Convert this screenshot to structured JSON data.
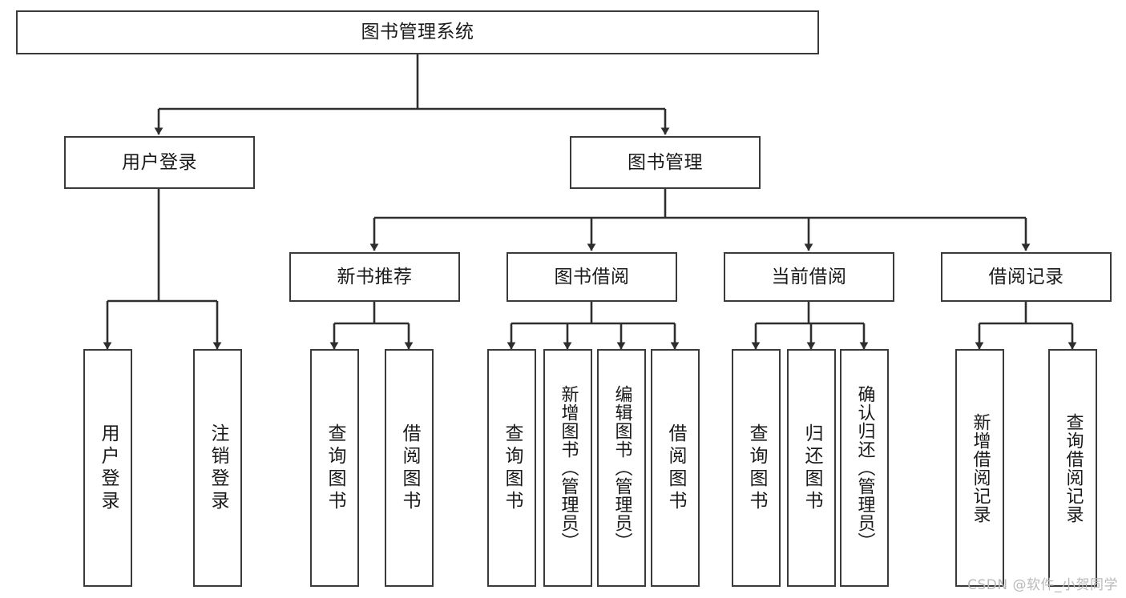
{
  "diagram": {
    "type": "tree-hierarchy-chart",
    "title": "图书管理系统",
    "root": {
      "id": "root",
      "label": "图书管理系统",
      "orientation": "horizontal"
    },
    "level2": [
      {
        "id": "user-login",
        "label": "用户登录",
        "orientation": "horizontal"
      },
      {
        "id": "book-management",
        "label": "图书管理",
        "orientation": "horizontal"
      }
    ],
    "level3": [
      {
        "id": "new-book-recommend",
        "label": "新书推荐",
        "orientation": "horizontal",
        "parent": "book-management"
      },
      {
        "id": "book-borrow",
        "label": "图书借阅",
        "orientation": "horizontal",
        "parent": "book-management"
      },
      {
        "id": "current-borrow",
        "label": "当前借阅",
        "orientation": "horizontal",
        "parent": "book-management"
      },
      {
        "id": "borrow-record",
        "label": "借阅记录",
        "orientation": "horizontal",
        "parent": "book-management"
      }
    ],
    "leaves": [
      {
        "id": "leaf-user-login",
        "label": "用户登录",
        "parent": "user-login",
        "orientation": "vertical"
      },
      {
        "id": "leaf-user-logout",
        "label": "注销登录",
        "parent": "user-login",
        "orientation": "vertical"
      },
      {
        "id": "leaf-query-book-1",
        "label": "查询图书",
        "parent": "new-book-recommend",
        "orientation": "vertical"
      },
      {
        "id": "leaf-borrow-book-1",
        "label": "借阅图书",
        "parent": "new-book-recommend",
        "orientation": "vertical"
      },
      {
        "id": "leaf-query-book-2",
        "label": "查询图书",
        "parent": "book-borrow",
        "orientation": "vertical"
      },
      {
        "id": "leaf-add-book",
        "label": "新增图书（管理员）",
        "parent": "book-borrow",
        "orientation": "vertical"
      },
      {
        "id": "leaf-edit-book",
        "label": "编辑图书（管理员）",
        "parent": "book-borrow",
        "orientation": "vertical"
      },
      {
        "id": "leaf-borrow-book-2",
        "label": "借阅图书",
        "parent": "book-borrow",
        "orientation": "vertical"
      },
      {
        "id": "leaf-query-book-3",
        "label": "查询图书",
        "parent": "current-borrow",
        "orientation": "vertical"
      },
      {
        "id": "leaf-return-book",
        "label": "归还图书",
        "parent": "current-borrow",
        "orientation": "vertical"
      },
      {
        "id": "leaf-confirm-return",
        "label": "确认归还（管理员）",
        "parent": "current-borrow",
        "orientation": "vertical"
      },
      {
        "id": "leaf-add-record",
        "label": "新增借阅记录",
        "parent": "borrow-record",
        "orientation": "vertical"
      },
      {
        "id": "leaf-query-record",
        "label": "查询借阅记录",
        "parent": "borrow-record",
        "orientation": "vertical"
      }
    ]
  },
  "watermark": {
    "text": "CSDN @软件_小贺同学"
  },
  "colors": {
    "box_border": "#3a3a3a",
    "box_fill": "#ffffff",
    "text": "#1a1a1a",
    "edge": "#2e2e2e",
    "background": "#ffffff",
    "watermark": "#b9b9b9"
  }
}
